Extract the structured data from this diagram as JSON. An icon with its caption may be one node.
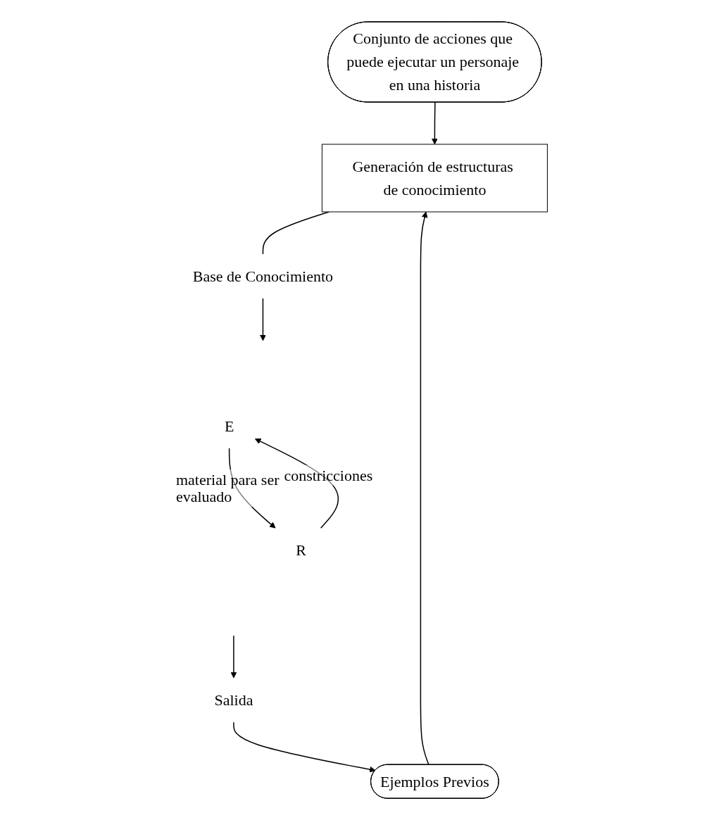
{
  "diagram": {
    "nodes": [
      {
        "text": [
          "Conjunto de acciones que puede ejecutar un personaje en una historia"
        ]
      },
      {
        "text": [
          "Ejemplos Previos"
        ]
      },
      {
        "text": [
          "Generación de estructuras de conocimiento"
        ]
      },
      {
        "text": [
          "Base de Conocimiento"
        ]
      },
      {
        "text": [
          "E"
        ]
      },
      {
        "text": [
          "R"
        ]
      },
      {
        "text": [
          "Salida"
        ]
      }
    ],
    "edges": [
      {
        "from": 0,
        "to": 2,
        "arrow": "to"
      },
      {
        "from": 1,
        "to": 2,
        "arrow": "to"
      },
      {
        "from": 2,
        "to": 3,
        "arrow": "none"
      },
      {
        "from": 3,
        "to": null,
        "arrow": "to"
      },
      {
        "from": 5,
        "to": 4,
        "label": "constricciones",
        "arrow": "to"
      },
      {
        "from": 4,
        "to": 5,
        "label": "material para ser evaluado",
        "arrow": "to"
      },
      {
        "from": null,
        "to": 6,
        "arrow": "to"
      },
      {
        "from": 6,
        "to": 1,
        "arrow": "to"
      }
    ]
  }
}
